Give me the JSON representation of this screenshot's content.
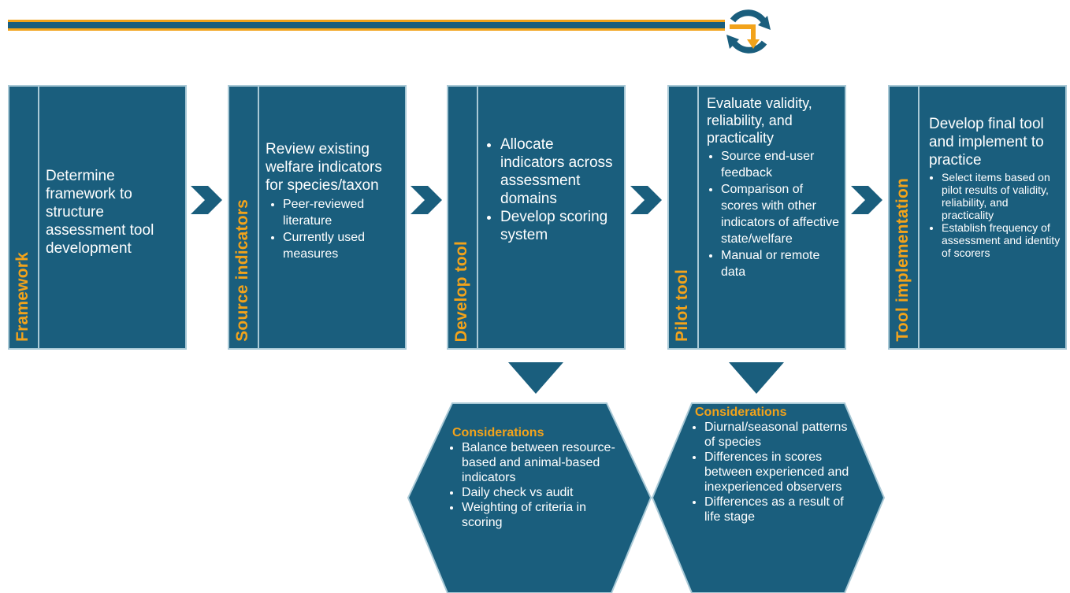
{
  "colors": {
    "box_fill": "#1a5e7d",
    "box_border": "#a9c9d6",
    "accent_orange": "#f2a31b",
    "line_blue": "#1a5e7d",
    "text": "#ffffff"
  },
  "steps": [
    {
      "label": "Framework",
      "heading": "Determine framework to structure assessment tool development",
      "bullets": []
    },
    {
      "label": "Source indicators",
      "heading": "Review existing welfare indicators for species/taxon",
      "bullets": [
        "Peer-reviewed literature",
        "Currently used measures"
      ]
    },
    {
      "label": "Develop tool",
      "heading": "",
      "bullets": [
        "Allocate indicators across assessment domains",
        "Develop scoring system"
      ]
    },
    {
      "label": "Pilot tool",
      "heading": "Evaluate validity, reliability, and practicality",
      "bullets": [
        "Source end-user feedback",
        "Comparison of scores with other indicators of affective state/welfare",
        "Manual or remote data"
      ]
    },
    {
      "label": "Tool implementation",
      "heading": "Develop final tool and implement to practice",
      "bullets": [
        "Select items based on pilot results of validity, reliability, and practicality",
        "Establish frequency of assessment and identity of scorers"
      ]
    }
  ],
  "considerations": [
    {
      "title": "Considerations",
      "items": [
        "Balance between resource-based and animal-based indicators",
        "Daily check vs audit",
        "Weighting of criteria in scoring"
      ]
    },
    {
      "title": "Considerations",
      "items": [
        "Diurnal/seasonal patterns of species",
        "Differences in scores between experienced and inexperienced observers",
        "Differences as a result of life stage"
      ]
    }
  ],
  "icons": {
    "cycle": "cycle-arrows-icon",
    "chevron": "chevron-right-icon",
    "down_arrow": "triangle-down-icon"
  }
}
